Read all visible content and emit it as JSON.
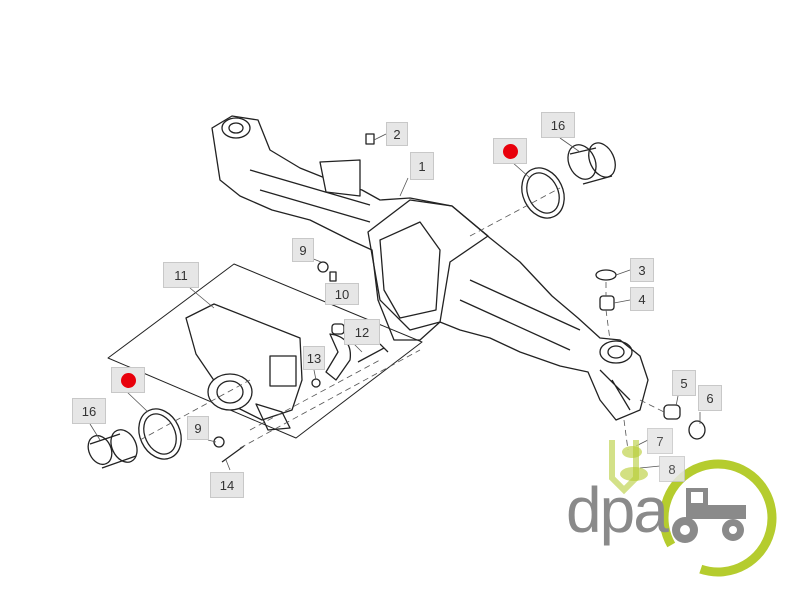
{
  "diagram": {
    "callouts": [
      {
        "id": "c2",
        "label": "2"
      },
      {
        "id": "c1",
        "label": "1"
      },
      {
        "id": "c16a",
        "label": "16"
      },
      {
        "id": "c3",
        "label": "3"
      },
      {
        "id": "c4",
        "label": "4"
      },
      {
        "id": "c9a",
        "label": "9"
      },
      {
        "id": "c10",
        "label": "10"
      },
      {
        "id": "c11",
        "label": "11"
      },
      {
        "id": "c12",
        "label": "12"
      },
      {
        "id": "c13",
        "label": "13"
      },
      {
        "id": "c16b",
        "label": "16"
      },
      {
        "id": "c9b",
        "label": "9"
      },
      {
        "id": "c14",
        "label": "14"
      },
      {
        "id": "c5",
        "label": "5"
      },
      {
        "id": "c6",
        "label": "6"
      },
      {
        "id": "c7",
        "label": "7"
      },
      {
        "id": "c8",
        "label": "8"
      }
    ],
    "highlight_color": "#e8000b"
  },
  "logo": {
    "text": "dpa",
    "gray": "#8a8a8a",
    "green": "#b5cc2e"
  }
}
